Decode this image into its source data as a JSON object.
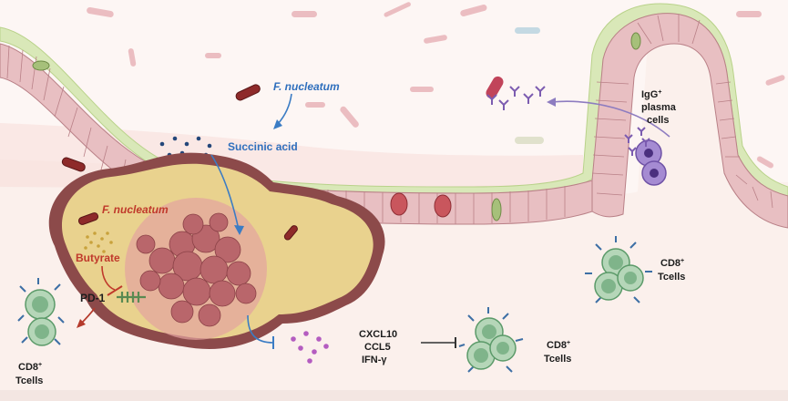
{
  "labels": {
    "fn_top": "F. nucleatum",
    "succinic": "Succinic acid",
    "fn_tumor": "F. nucleatum",
    "butyrate": "Butyrate",
    "pd1": "PD-1",
    "igg_line1": "IgG",
    "igg_sup": "+",
    "igg_line2": "plasma",
    "igg_line3": "cells",
    "cd8_right_line1": "CD8",
    "cd8_right_sup": "+",
    "cd8_right_line2": "Tcells",
    "cd8_mid_line1": "CD8",
    "cd8_mid_sup": "+",
    "cd8_mid_line2": "Tcells",
    "cd8_left_line1": "CD8",
    "cd8_left_sup": "+",
    "cd8_left_line2": "Tcells",
    "cxcl10": "CXCL10",
    "ccl5": "CCL5",
    "ifng": "IFN-γ"
  },
  "colors": {
    "lumen": "#fdf5f3",
    "tissue": "#fbefe8",
    "mucus": "#d7e7b5",
    "epithelium": "#e9c1c3",
    "tumor_outer": "#8c4a4a",
    "tumor_body": "#e9d28e",
    "tumor_core": "#b9666b",
    "arrow_blue": "#3b7cc4",
    "inhibit_red": "#c0392b",
    "tcell": "#7fb48a",
    "receptor": "#3d6fa5",
    "plasma": "#9b84c9",
    "metabolite_purple": "#b45cc0",
    "metabolite_navy": "#24477a",
    "butyrate_dots": "#c8a23c"
  }
}
